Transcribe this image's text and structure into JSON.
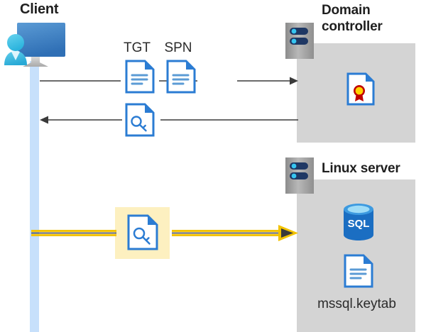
{
  "diagram": {
    "title_client": "Client",
    "title_domain_controller": "Domain\ncontroller",
    "title_domain_controller_line1": "Domain",
    "title_domain_controller_line2": "controller",
    "title_linux_server": "Linux server",
    "label_tgt": "TGT",
    "label_spn": "SPN",
    "label_keytab_file": "mssql.keytab",
    "sql_icon_text": "SQL",
    "icons": {
      "client": "user-computer-icon",
      "server_dc": "server-rack-icon",
      "server_linux": "server-rack-icon",
      "tgt_doc": "document-lines-icon",
      "spn_doc": "document-lines-icon",
      "ticket_key_doc": "document-key-icon",
      "service_ticket_key_doc": "document-key-icon",
      "certificate": "document-certificate-icon",
      "sql_database": "sql-database-icon",
      "keytab_doc": "document-lines-icon"
    },
    "flows": [
      {
        "id": "flow-request",
        "direction": "right",
        "from": "client",
        "to": "domain-controller",
        "labels": [
          "TGT",
          "SPN"
        ]
      },
      {
        "id": "flow-response",
        "direction": "left",
        "from": "domain-controller",
        "to": "client",
        "labels": []
      },
      {
        "id": "flow-service-ticket",
        "direction": "right",
        "from": "client",
        "to": "linux-server",
        "labels": [],
        "highlighted": true
      }
    ],
    "colors": {
      "panel_gray": "#d4d4d4",
      "lifeline_blue": "#c7e0fb",
      "accent_blue": "#2b7cd3",
      "highlight_yellow": "#fdf0c0",
      "arrow_yellow": "#f2c200",
      "arrow_dark": "#3a3a3a",
      "sql_blue": "#1b6ec2",
      "text_dark": "#1f1f1f"
    }
  }
}
